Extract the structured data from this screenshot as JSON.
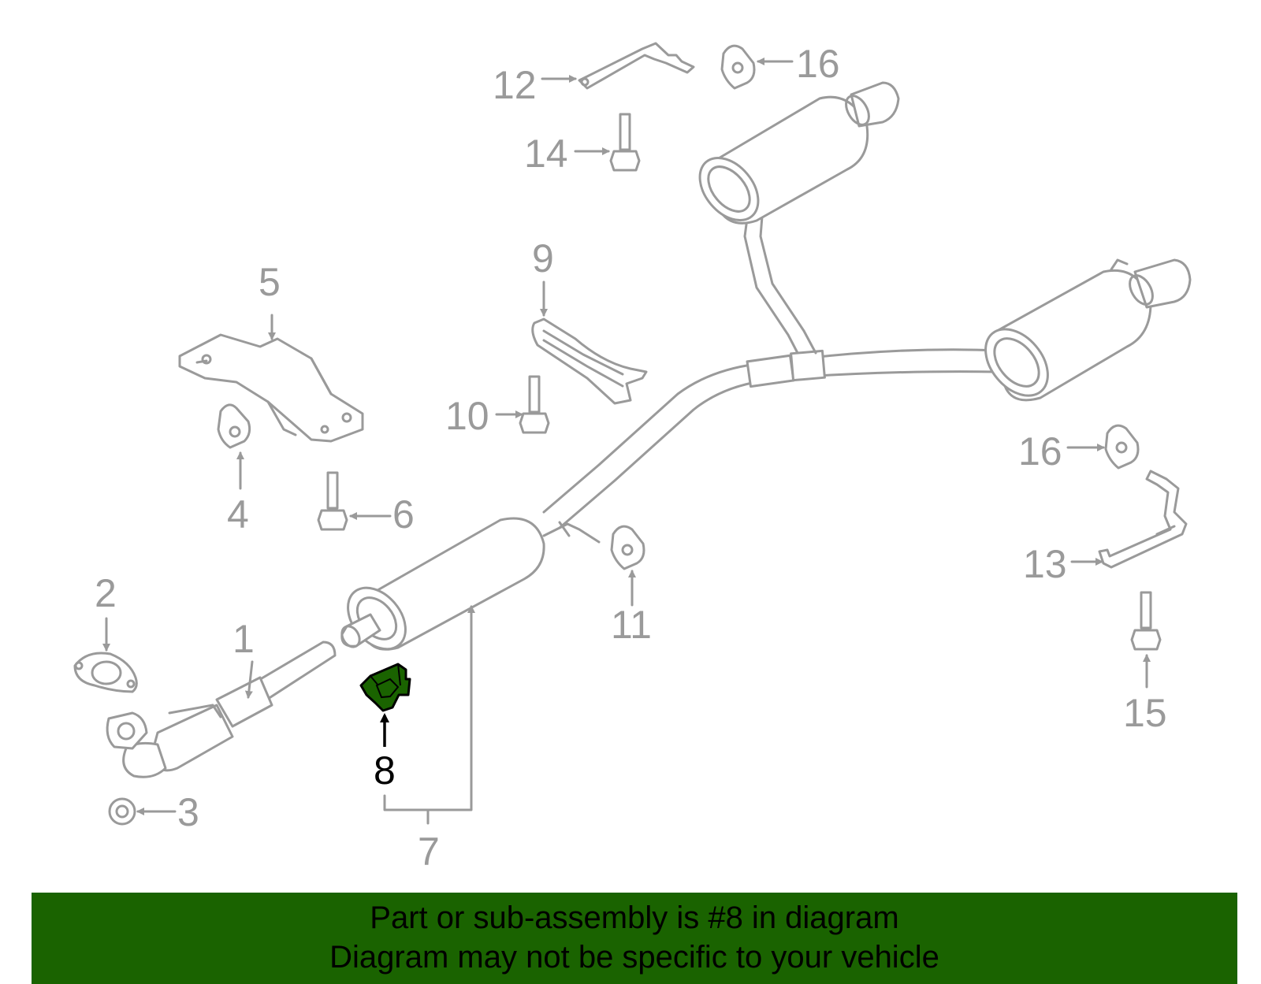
{
  "colors": {
    "line": "#9a9a9a",
    "highlight_fill": "#1a6300",
    "highlight_stroke": "#000000",
    "banner_bg": "#1a6300",
    "banner_text": "#000000"
  },
  "labels": {
    "p1": "1",
    "p2": "2",
    "p3": "3",
    "p4": "4",
    "p5": "5",
    "p6": "6",
    "p7": "7",
    "p8": "8",
    "p9": "9",
    "p10": "10",
    "p11": "11",
    "p12": "12",
    "p13": "13",
    "p14": "14",
    "p15": "15",
    "p16a": "16",
    "p16b": "16"
  },
  "highlighted_part": "8",
  "banner": {
    "line1": "Part or sub-assembly is #8 in diagram",
    "line2": "Diagram may not be specific to your vehicle"
  }
}
